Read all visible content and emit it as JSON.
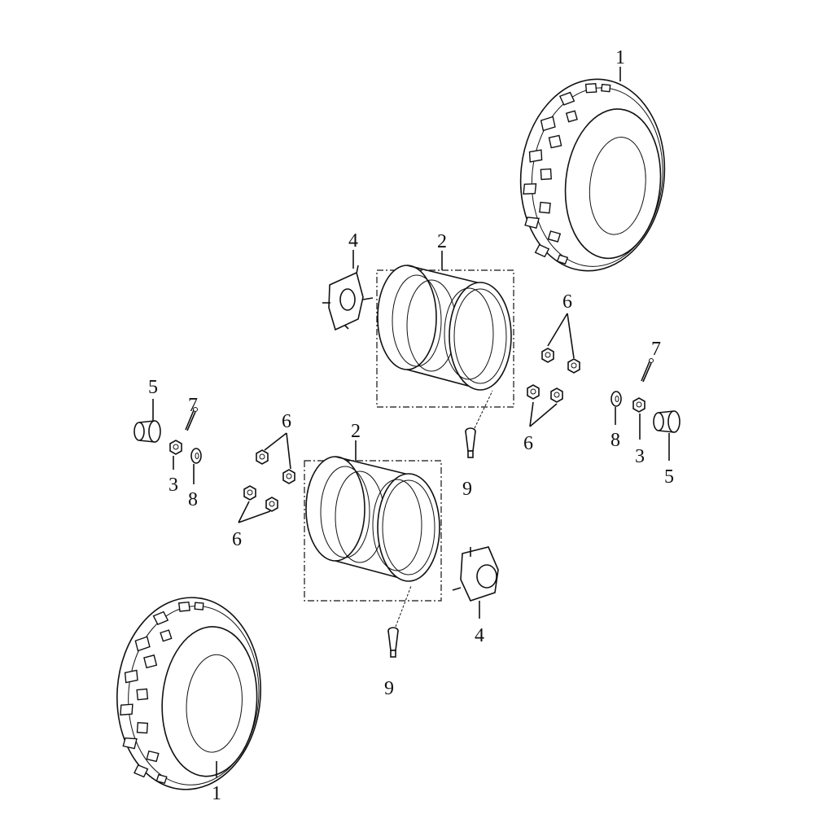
{
  "diagram": {
    "title": "Wheel assembly exploded view",
    "callouts": {
      "tire_top": "1",
      "tire_bottom": "1",
      "rim_upper": "2",
      "rim_lower": "2",
      "nut_left": "3",
      "nut_right": "3",
      "hub_upper": "4",
      "hub_lower": "4",
      "cap_left": "5",
      "cap_right": "5",
      "lugnuts_upper_top": "6",
      "lugnuts_upper_bottom": "6",
      "lugnuts_lower_top": "6",
      "lugnuts_lower_bottom": "6",
      "pin_left": "7",
      "pin_right": "7",
      "washer_left": "8",
      "washer_right": "8",
      "valve_upper": "9",
      "valve_lower": "9"
    }
  }
}
